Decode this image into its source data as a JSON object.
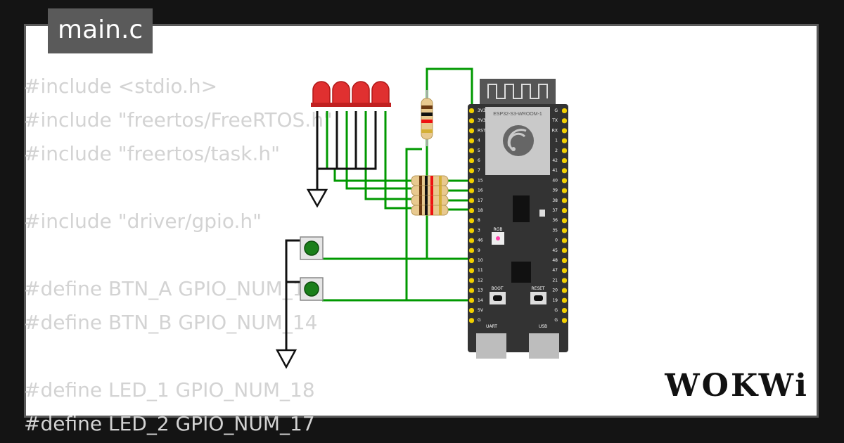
{
  "tab": {
    "label": "main.c"
  },
  "code_lines": [
    "#include <stdio.h>",
    "#include \"freertos/FreeRTOS.h\"",
    "#include \"freertos/task.h\"",
    "",
    "#include \"driver/gpio.h\"",
    "",
    "#define BTN_A GPIO_NUM_10",
    "#define BTN_B GPIO_NUM_14",
    "",
    "#define LED_1 GPIO_NUM_18",
    "#define LED_2 GPIO_NUM_17"
  ],
  "board": {
    "module_label": "ESP32-S3-WROOM-1",
    "rgb_label": "RGB",
    "boot_label": "BOOT",
    "reset_label": "RESET",
    "uart_label": "UART",
    "usb_label": "USB",
    "left_pins": [
      "3V3",
      "3V3",
      "RST",
      "4",
      "5",
      "6",
      "7",
      "15",
      "16",
      "17",
      "18",
      "8",
      "3",
      "46",
      "9",
      "10",
      "11",
      "12",
      "13",
      "14",
      "5V",
      "G"
    ],
    "right_pins": [
      "G",
      "TX",
      "RX",
      "1",
      "2",
      "42",
      "41",
      "40",
      "39",
      "38",
      "37",
      "36",
      "35",
      "0",
      "45",
      "48",
      "47",
      "21",
      "20",
      "19",
      "G",
      "G"
    ]
  },
  "logo": {
    "text": "WOKWi"
  },
  "colors": {
    "wire": "#009900",
    "led": "#e03030",
    "button": "#1a7f1a",
    "board": "#333333",
    "pin": "#f2d000"
  }
}
